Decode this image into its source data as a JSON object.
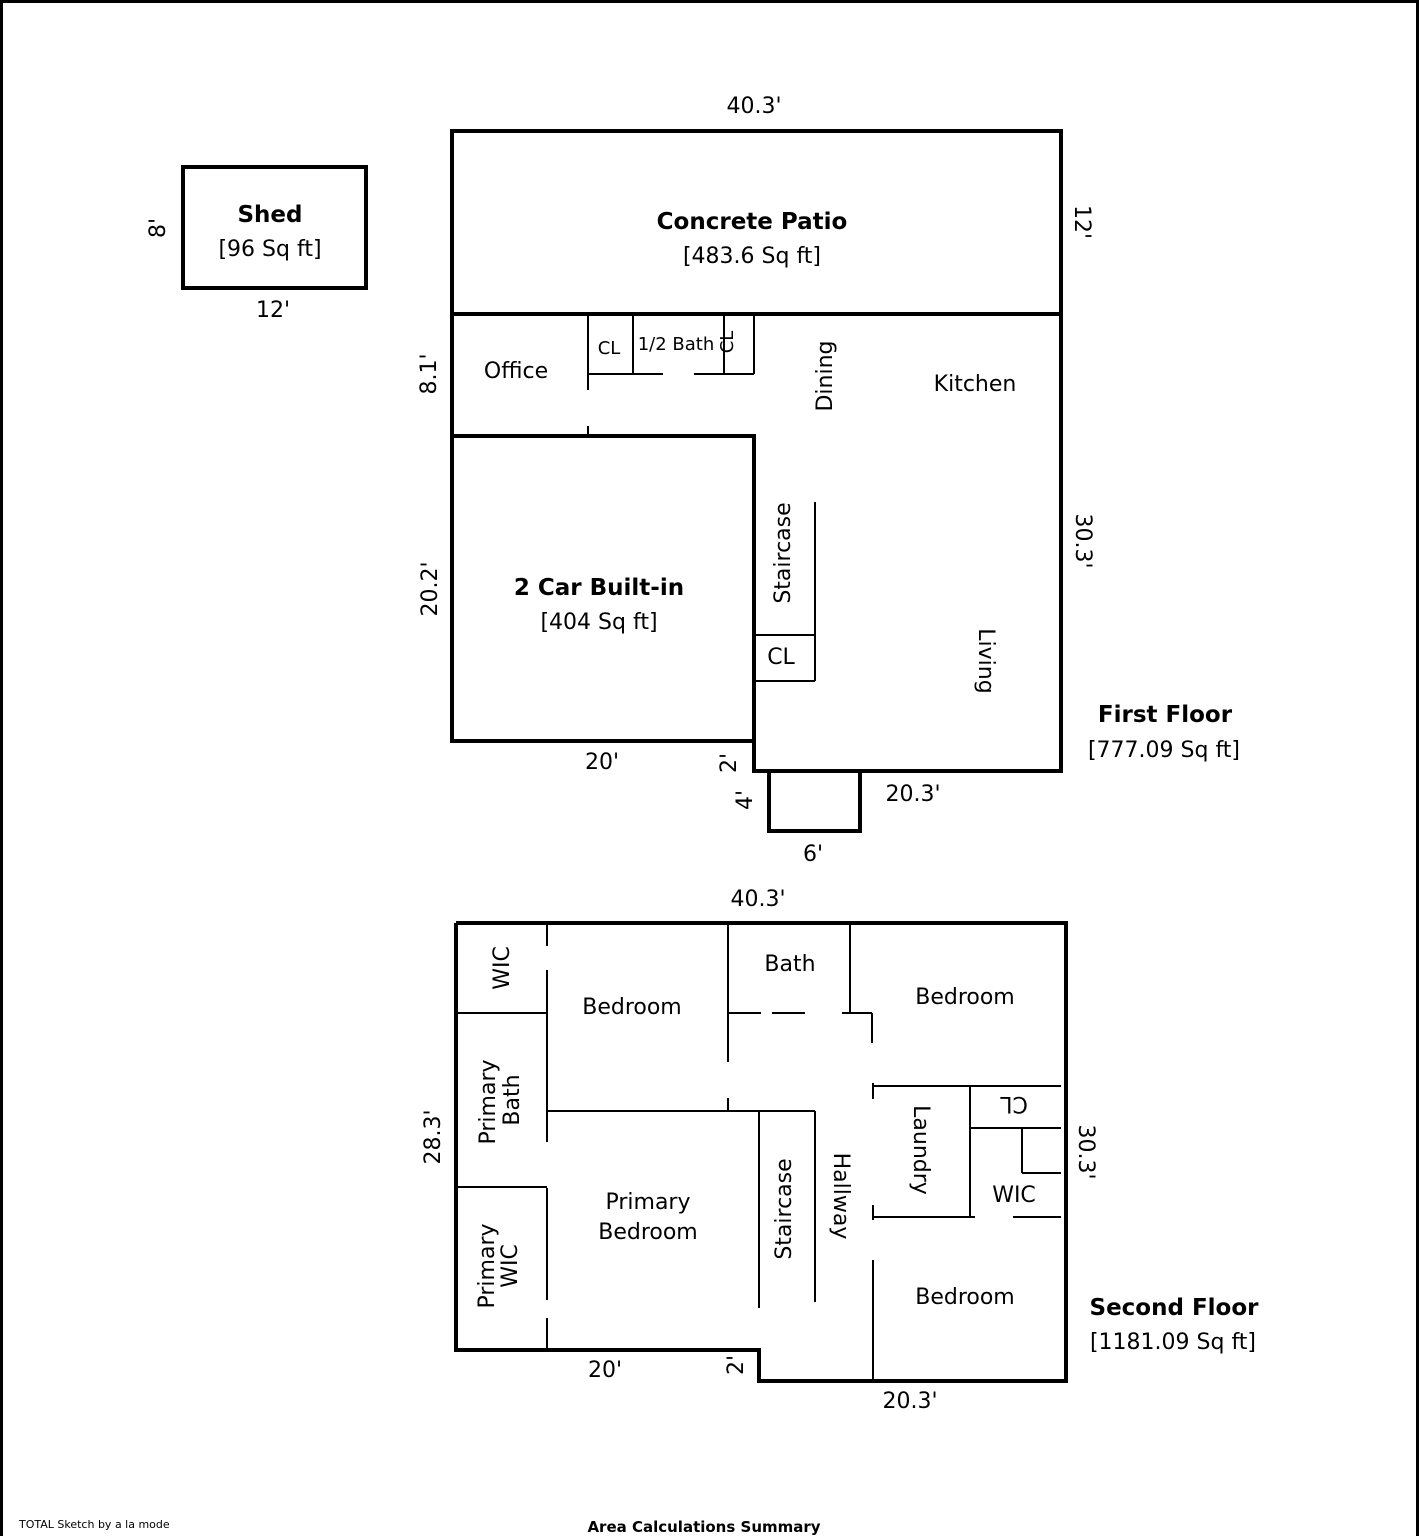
{
  "shed": {
    "title": "Shed",
    "area": "[96 Sq ft]",
    "dim_side": "8'",
    "dim_bottom": "12'"
  },
  "patio": {
    "title": "Concrete Patio",
    "area": "[483.6 Sq ft]",
    "dim_top": "40.3'",
    "dim_right": "12'"
  },
  "first_floor": {
    "title": "First Floor",
    "area": "[777.09 Sq ft]",
    "rooms": {
      "office": "Office",
      "cl_1": "CL",
      "half_bath": "1/2 Bath",
      "cl_2": "CL",
      "dining": "Dining",
      "kitchen": "Kitchen",
      "staircase": "Staircase",
      "cl_3": "CL",
      "living": "Living"
    },
    "garage": {
      "title": "2 Car Built-in",
      "area": "[404 Sq ft]"
    },
    "dims": {
      "left_upper": "8.1'",
      "left_lower": "20.2'",
      "right": "30.3'",
      "garage_bottom": "20'",
      "step": "2'",
      "porch_side": "4'",
      "porch_bottom": "6'",
      "bottom_right": "20.3'"
    }
  },
  "second_floor": {
    "title": "Second Floor",
    "area": "[1181.09 Sq ft]",
    "rooms": {
      "wic_1": "WIC",
      "bedroom_1": "Bedroom",
      "bath": "Bath",
      "bedroom_2": "Bedroom",
      "primary_bath_l1": "Primary",
      "primary_bath_l2": "Bath",
      "cl": "CL",
      "laundry": "Laundry",
      "wic_2": "WIC",
      "primary_bedroom_l1": "Primary",
      "primary_bedroom_l2": "Bedroom",
      "staircase": "Staircase",
      "hallway": "Hallway",
      "primary_wic_l1": "Primary",
      "primary_wic_l2": "WIC",
      "bedroom_3": "Bedroom"
    },
    "dims": {
      "top": "40.3'",
      "left": "28.3'",
      "right": "30.3'",
      "bottom_left": "20'",
      "step": "2'",
      "bottom_right": "20.3'"
    }
  },
  "footer": {
    "credit": "TOTAL Sketch by a la mode",
    "summary_title": "Area Calculations Summary"
  }
}
